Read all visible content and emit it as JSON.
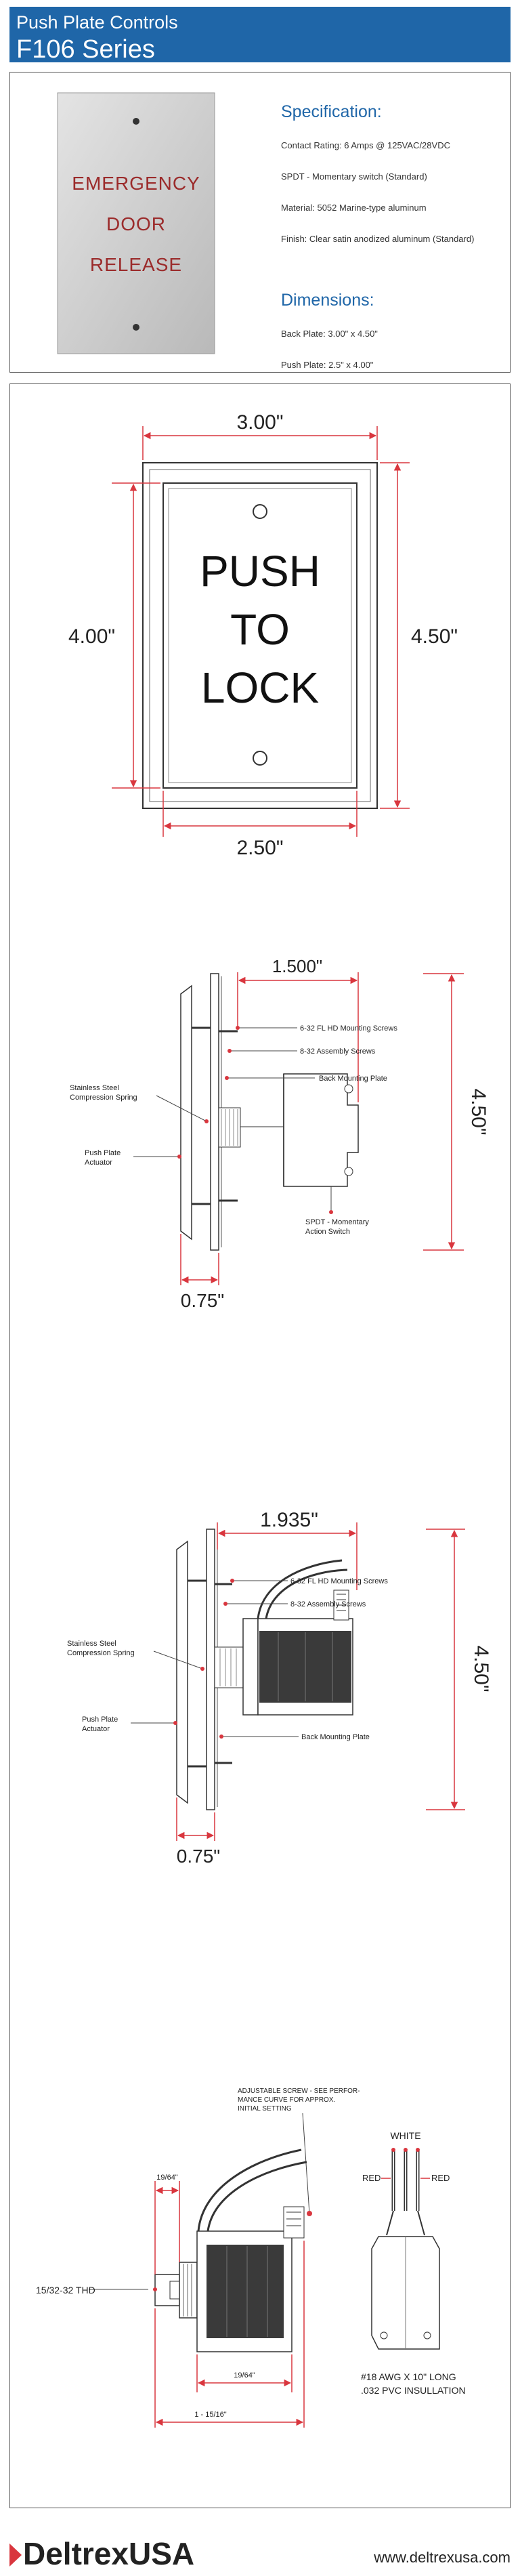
{
  "header": {
    "line1": "Push Plate Controls",
    "line2": "F106 Series"
  },
  "product_photo": {
    "text": [
      "EMERGENCY",
      "DOOR",
      "RELEASE"
    ]
  },
  "specification": {
    "title": "Specification:",
    "items": [
      "Contact Rating: 6 Amps @ 125VAC/28VDC",
      "SPDT - Momentary switch (Standard)",
      "Material: 5052 Marine-type aluminum",
      "Finish: Clear satin anodized aluminum (Standard)"
    ]
  },
  "dimensions": {
    "title": "Dimensions:",
    "items": [
      "Back Plate: 3.00\" x 4.50\"",
      "Push Plate: 2.5\" x 4.00\""
    ]
  },
  "front_view": {
    "width": "3.00\"",
    "height_left": "4.00\"",
    "height_right": "4.50\"",
    "inner_width": "2.50\"",
    "text": [
      "PUSH",
      "TO",
      "LOCK"
    ]
  },
  "side_view_1": {
    "depth": "1.500\"",
    "height": "4.50\"",
    "thickness": "0.75\"",
    "labels": {
      "mount_screws": "6-32 FL HD Mounting Screws",
      "assembly_screws": "8-32 Assembly Screws",
      "back_plate": "Back Mounting Plate",
      "spring_1": "Stainless Steel",
      "spring_2": "Compression Spring",
      "actuator_1": "Push Plate",
      "actuator_2": "Actuator",
      "switch_1": "SPDT - Momentary",
      "switch_2": "Action Switch"
    }
  },
  "side_view_2": {
    "depth": "1.935\"",
    "height": "4.50\"",
    "thickness": "0.75\"",
    "labels": {
      "mount_screws": "6-32 FL HD Mounting Screws",
      "assembly_screws": "8-32 Assembly Screws",
      "back_plate": "Back Mounting Plate",
      "spring_1": "Stainless Steel",
      "spring_2": "Compression Spring",
      "actuator_1": "Push Plate",
      "actuator_2": "Actuator"
    }
  },
  "switch_detail": {
    "adjust_1": "ADJUSTABLE SCREW - SEE PERFOR-",
    "adjust_2": "MANCE CURVE FOR APPROX.",
    "adjust_3": "INITIAL SETTING",
    "dim_top": "19/64\"",
    "thread": "15/32-32 THD",
    "dim_mid": "19/64\"",
    "dim_bottom": "1 - 15/16\"",
    "white": "WHITE",
    "red_left": "RED",
    "red_right": "RED",
    "wire_1": "#18 AWG X 10\" LONG",
    "wire_2": ".032 PVC INSULLATION"
  },
  "footer": {
    "logo": "DeltrexUSA",
    "url": "www.deltrexusa.com"
  },
  "colors": {
    "header_blue": "#1f66a8",
    "dimension_red": "#d9363e"
  }
}
